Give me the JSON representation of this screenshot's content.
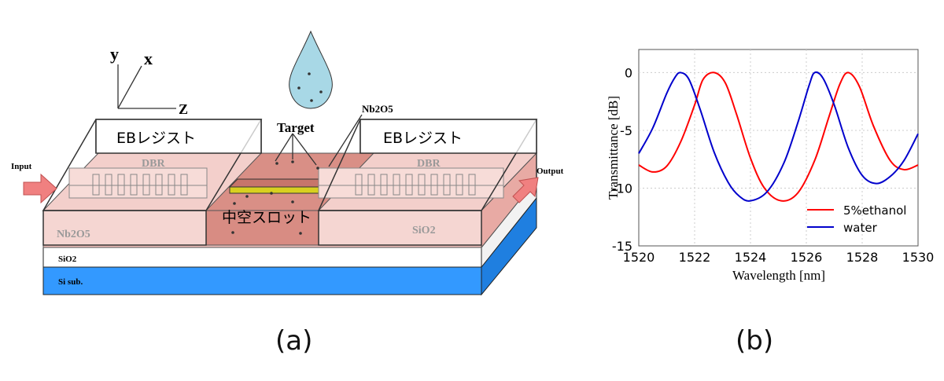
{
  "panel_a": {
    "caption": "(a)",
    "axes": {
      "y": "y",
      "x": "x",
      "z": "Z"
    },
    "labels": {
      "eb_left": "EBレジスト",
      "eb_right": "EBレジスト",
      "target": "Target",
      "nb2o5_top": "Nb2O5",
      "dbr_left": "DBR",
      "dbr_right": "DBR",
      "input": "Input",
      "output": "Output",
      "hollow_slot": "中空スロット",
      "nb2o5_bottom": "Nb2O5",
      "sio2_right": "SiO2",
      "sio2_layer": "SiO2",
      "si_sub": "Si sub."
    },
    "colors": {
      "pink": "#f2c4c0",
      "slot": "#d98f86",
      "sub": "#3399ff",
      "drop": "#a8d8e6",
      "arrow": "#f08080"
    }
  },
  "panel_b": {
    "caption": "(b)",
    "chart_data": {
      "type": "line",
      "xlabel": "Wavelength [nm]",
      "ylabel": "Transmittance [dB]",
      "xlim": [
        1520,
        1530
      ],
      "ylim": [
        -15,
        2
      ],
      "xticks": [
        "1520",
        "1522",
        "1524",
        "1526",
        "1528",
        "1530"
      ],
      "yticks": [
        "0",
        "-5",
        "-10",
        "-15"
      ],
      "legend": "bottom-right",
      "series": [
        {
          "name": "5%ethanol",
          "color": "#ff0000",
          "x": [
            1520,
            1520.5,
            1521,
            1521.5,
            1522,
            1522.3,
            1522.7,
            1523.1,
            1523.5,
            1524,
            1524.5,
            1525.1,
            1525.7,
            1526.3,
            1526.8,
            1527.2,
            1527.5,
            1527.9,
            1528.4,
            1529,
            1529.5,
            1530
          ],
          "y": [
            -8.0,
            -8.6,
            -8.1,
            -6.0,
            -2.8,
            -0.6,
            0.0,
            -0.9,
            -3.6,
            -7.4,
            -10.0,
            -11.1,
            -10.4,
            -7.6,
            -3.9,
            -1.0,
            0.0,
            -1.2,
            -4.6,
            -7.6,
            -8.4,
            -8.0
          ]
        },
        {
          "name": "water",
          "color": "#0000cc",
          "x": [
            1520,
            1520.5,
            1521,
            1521.3,
            1521.5,
            1521.8,
            1522.2,
            1522.7,
            1523.2,
            1523.6,
            1524,
            1524.6,
            1525.2,
            1525.7,
            1526.1,
            1526.3,
            1526.6,
            1527,
            1527.5,
            1528,
            1528.5,
            1529,
            1529.5,
            1530
          ],
          "y": [
            -7.0,
            -4.8,
            -1.8,
            -0.4,
            0.0,
            -0.6,
            -3.2,
            -6.9,
            -9.5,
            -10.7,
            -11.1,
            -10.3,
            -7.8,
            -4.3,
            -1.1,
            0.0,
            -0.5,
            -2.8,
            -6.5,
            -8.9,
            -9.6,
            -9.0,
            -7.6,
            -5.3
          ]
        }
      ]
    }
  }
}
